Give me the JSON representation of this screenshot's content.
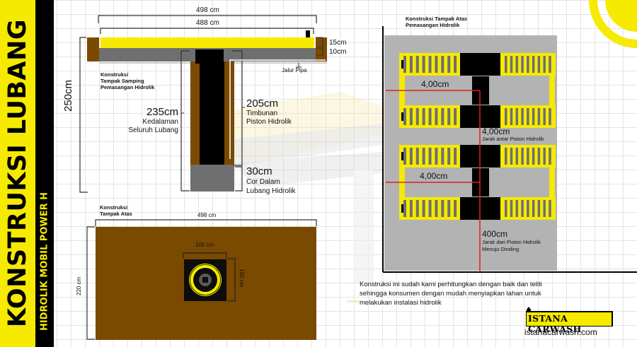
{
  "sidebar": {
    "title": "KONSTRUKSI LUBANG",
    "subtitle": "HIDROLIK MOBIL POWER H"
  },
  "side_view": {
    "caption_line1": "Konstruksi",
    "caption_line2": "Tampak Samping",
    "caption_line3": "Pemasangan Hidrolik",
    "width_outer": "498 cm",
    "width_inner": "488 cm",
    "layer_top": "15cm",
    "layer_bottom": "10cm",
    "pipe_label": "Jalur Pipa",
    "total_height": "250cm",
    "depth_value": "235cm",
    "depth_line1": "Kedalaman",
    "depth_line2": "Seluruh Lubang",
    "fill_value": "205cm",
    "fill_line1": "Timbunan",
    "fill_line2": "Piston Hidrolik",
    "cor_value": "30cm",
    "cor_line1": "Cor Dalam",
    "cor_line2": "Lubang Hidrolik"
  },
  "top_view": {
    "caption_line1": "Konstruksi",
    "caption_line2": "Tampak Atas",
    "width": "498 cm",
    "height": "220 cm",
    "hole_width": "100 cm",
    "hole_height": "100 cm"
  },
  "install_view": {
    "caption_line1": "Konstruksi Tampak Atas",
    "caption_line2": "Pemasangan Hidrolik",
    "dist_upper": "4,00cm",
    "dist_lower": "4,00cm",
    "between_value": "4,00cm",
    "between_label": "Jarak antar Piston Hidrolik",
    "wall_value": "400cm",
    "wall_line1": "Jarak dari Piston Hidrolik",
    "wall_line2": "Menuju Dinding"
  },
  "note": {
    "line1": "Konstruksi ini sudah kami perhitungkan dengan baik dan teliti",
    "line2": "sehingga konsumen dengan mudah menyiapkan lahan untuk",
    "line3": "melakukan instalasi hidrolik"
  },
  "brand": {
    "logo_text": "ISTANA CARWASH",
    "website": "istanacarwash.com"
  },
  "colors": {
    "yellow": "#f5ea00",
    "brown": "#7a4a00",
    "gray": "#6f6f6f",
    "floor": "#b3b3b3",
    "red": "#e02020"
  }
}
